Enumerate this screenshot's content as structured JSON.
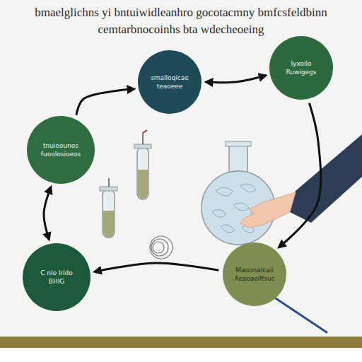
{
  "diagram": {
    "title": "bmaelglichns yi bntuiwidleanhro gocotacmny bmfcsfeldbinn cemtarbnocoinhs bta wdecheoeing",
    "nodes": [
      {
        "text": [
          "smalloqicae teaoeee"
        ]
      },
      {
        "text": [
          "Iyxoilo Ruwigegs"
        ]
      },
      {
        "text": [
          "tnuieounos fuoolosioeos"
        ]
      },
      {
        "text": [
          "Mauonalcaii Aeaoaollfsuc"
        ]
      },
      {
        "text": [
          "C nlo lrido BHIG"
        ]
      }
    ],
    "edges": [
      {
        "from": 2,
        "to": 0,
        "arrow": "to"
      },
      {
        "from": 0,
        "to": 1,
        "arrow": "both"
      },
      {
        "from": 1,
        "to": 3,
        "arrow": "to"
      },
      {
        "from": 3,
        "to": 4,
        "arrow": "to"
      },
      {
        "from": 4,
        "to": 2,
        "arrow": "both"
      }
    ]
  }
}
